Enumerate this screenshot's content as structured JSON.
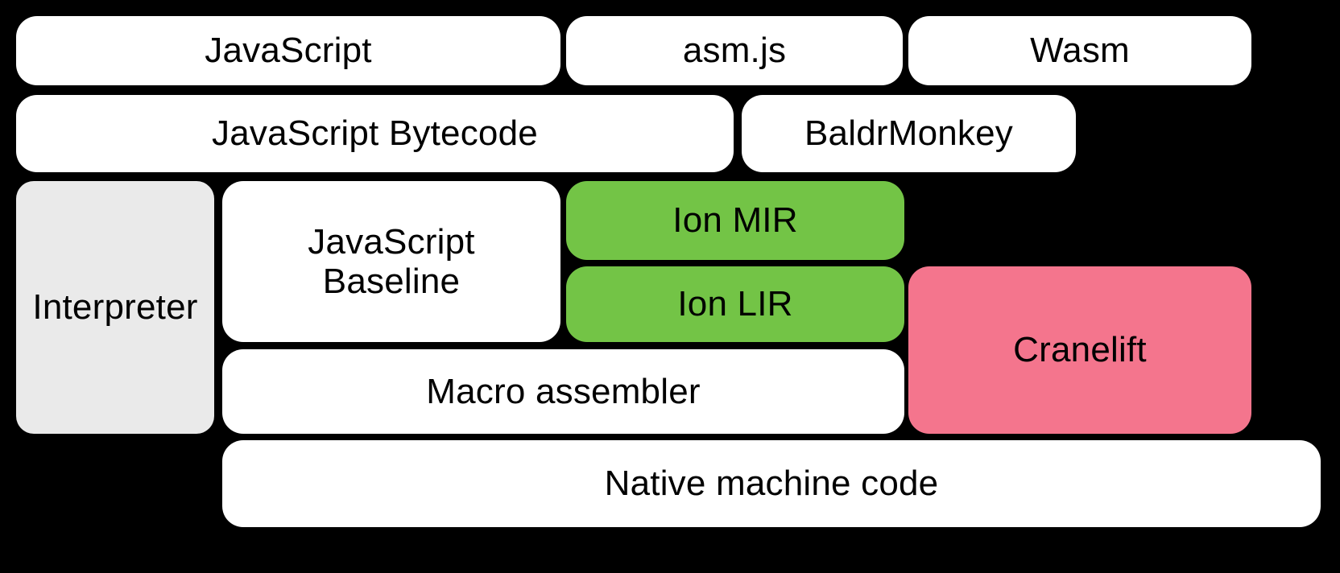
{
  "diagram": {
    "title": "SpiderMonkey JavaScript and WebAssembly compilation pipeline",
    "background_color": "#000000",
    "palette": {
      "white": "#FFFFFF",
      "gray": "#EAEAEA",
      "green": "#73C446",
      "pink": "#F4758D",
      "text": "#000000"
    },
    "rows": [
      {
        "name": "source-languages",
        "nodes": [
          {
            "id": "javascript",
            "label": "JavaScript",
            "color": "#FFFFFF"
          },
          {
            "id": "asmjs",
            "label": "asm.js",
            "color": "#FFFFFF"
          },
          {
            "id": "wasm",
            "label": "Wasm",
            "color": "#FFFFFF"
          }
        ]
      },
      {
        "name": "front-end-representations",
        "nodes": [
          {
            "id": "js_bytecode",
            "label": "JavaScript Bytecode",
            "color": "#FFFFFF"
          },
          {
            "id": "baldrmonkey",
            "label": "BaldrMonkey",
            "color": "#FFFFFF"
          }
        ]
      },
      {
        "name": "execution-tiers",
        "nodes": [
          {
            "id": "interpreter",
            "label": "Interpreter",
            "color": "#EAEAEA"
          },
          {
            "id": "js_baseline",
            "label": "JavaScript\nBaseline",
            "color": "#FFFFFF"
          },
          {
            "id": "ion_mir",
            "label": "Ion MIR",
            "color": "#73C446"
          },
          {
            "id": "ion_lir",
            "label": "Ion LIR",
            "color": "#73C446"
          },
          {
            "id": "macro_assembler",
            "label": "Macro assembler",
            "color": "#FFFFFF"
          },
          {
            "id": "cranelift",
            "label": "Cranelift",
            "color": "#F4758D"
          }
        ]
      },
      {
        "name": "output",
        "nodes": [
          {
            "id": "native_code",
            "label": "Native machine code",
            "color": "#FFFFFF"
          }
        ]
      }
    ],
    "labels": {
      "javascript": "JavaScript",
      "asmjs": "asm.js",
      "wasm": "Wasm",
      "js_bytecode": "JavaScript Bytecode",
      "baldrmonkey": "BaldrMonkey",
      "interpreter": "Interpreter",
      "js_baseline": "JavaScript\nBaseline",
      "ion_mir": "Ion MIR",
      "ion_lir": "Ion LIR",
      "macro_assembler": "Macro assembler",
      "cranelift": "Cranelift",
      "native_code": "Native machine code"
    }
  }
}
